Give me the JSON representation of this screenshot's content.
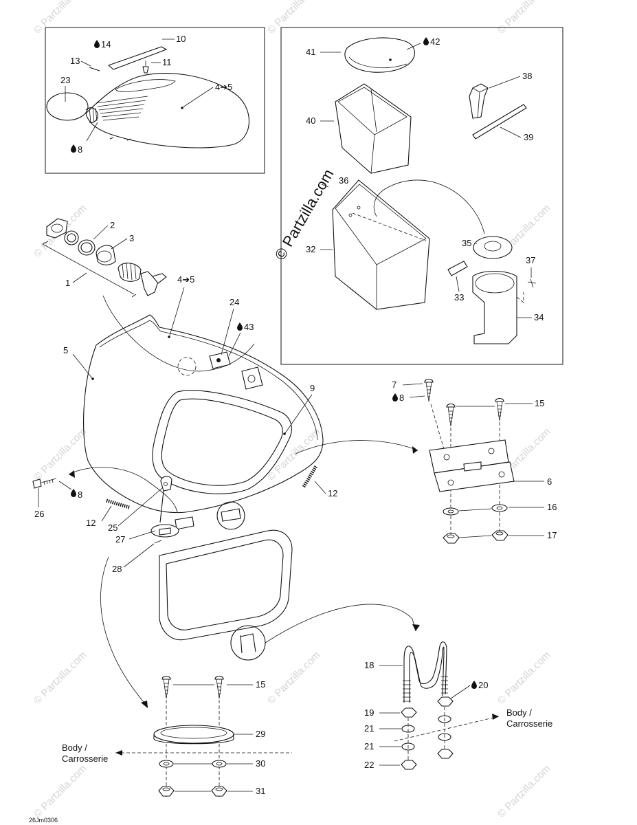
{
  "diagram": {
    "callouts": {
      "c1": "1",
      "c2": "2",
      "c3": "3",
      "c4to5_top": "4➔5",
      "c4to5_mid": "4➔5",
      "c5": "5",
      "c6": "6",
      "c7": "7",
      "c8_top": "8",
      "c8_right": "8",
      "c8_left": "8",
      "c9": "9",
      "c10": "10",
      "c11": "11",
      "c12_left": "12",
      "c12_right": "12",
      "c13": "13",
      "c14": "14",
      "c15_right": "15",
      "c15_bottom": "15",
      "c16": "16",
      "c17": "17",
      "c18": "18",
      "c19": "19",
      "c20": "20",
      "c21_a": "21",
      "c21_b": "21",
      "c22": "22",
      "c23": "23",
      "c24": "24",
      "c25": "25",
      "c26": "26",
      "c27": "27",
      "c28": "28",
      "c29": "29",
      "c30": "30",
      "c31": "31",
      "c32": "32",
      "c33": "33",
      "c34": "34",
      "c35": "35",
      "c36": "36",
      "c37": "37",
      "c38": "38",
      "c39": "39",
      "c40": "40",
      "c41": "41",
      "c42": "42",
      "c43": "43"
    },
    "body_note_left": {
      "line1": "Body /",
      "line2": "Carrosserie"
    },
    "body_note_right": {
      "line1": "Body /",
      "line2": "Carrosserie"
    },
    "ref_code": "26Jm0306",
    "watermark": "© Partzilla.com",
    "watermark_main": "© Partzilla.com",
    "icons": {
      "lubricant": "oil-drop-icon"
    }
  }
}
